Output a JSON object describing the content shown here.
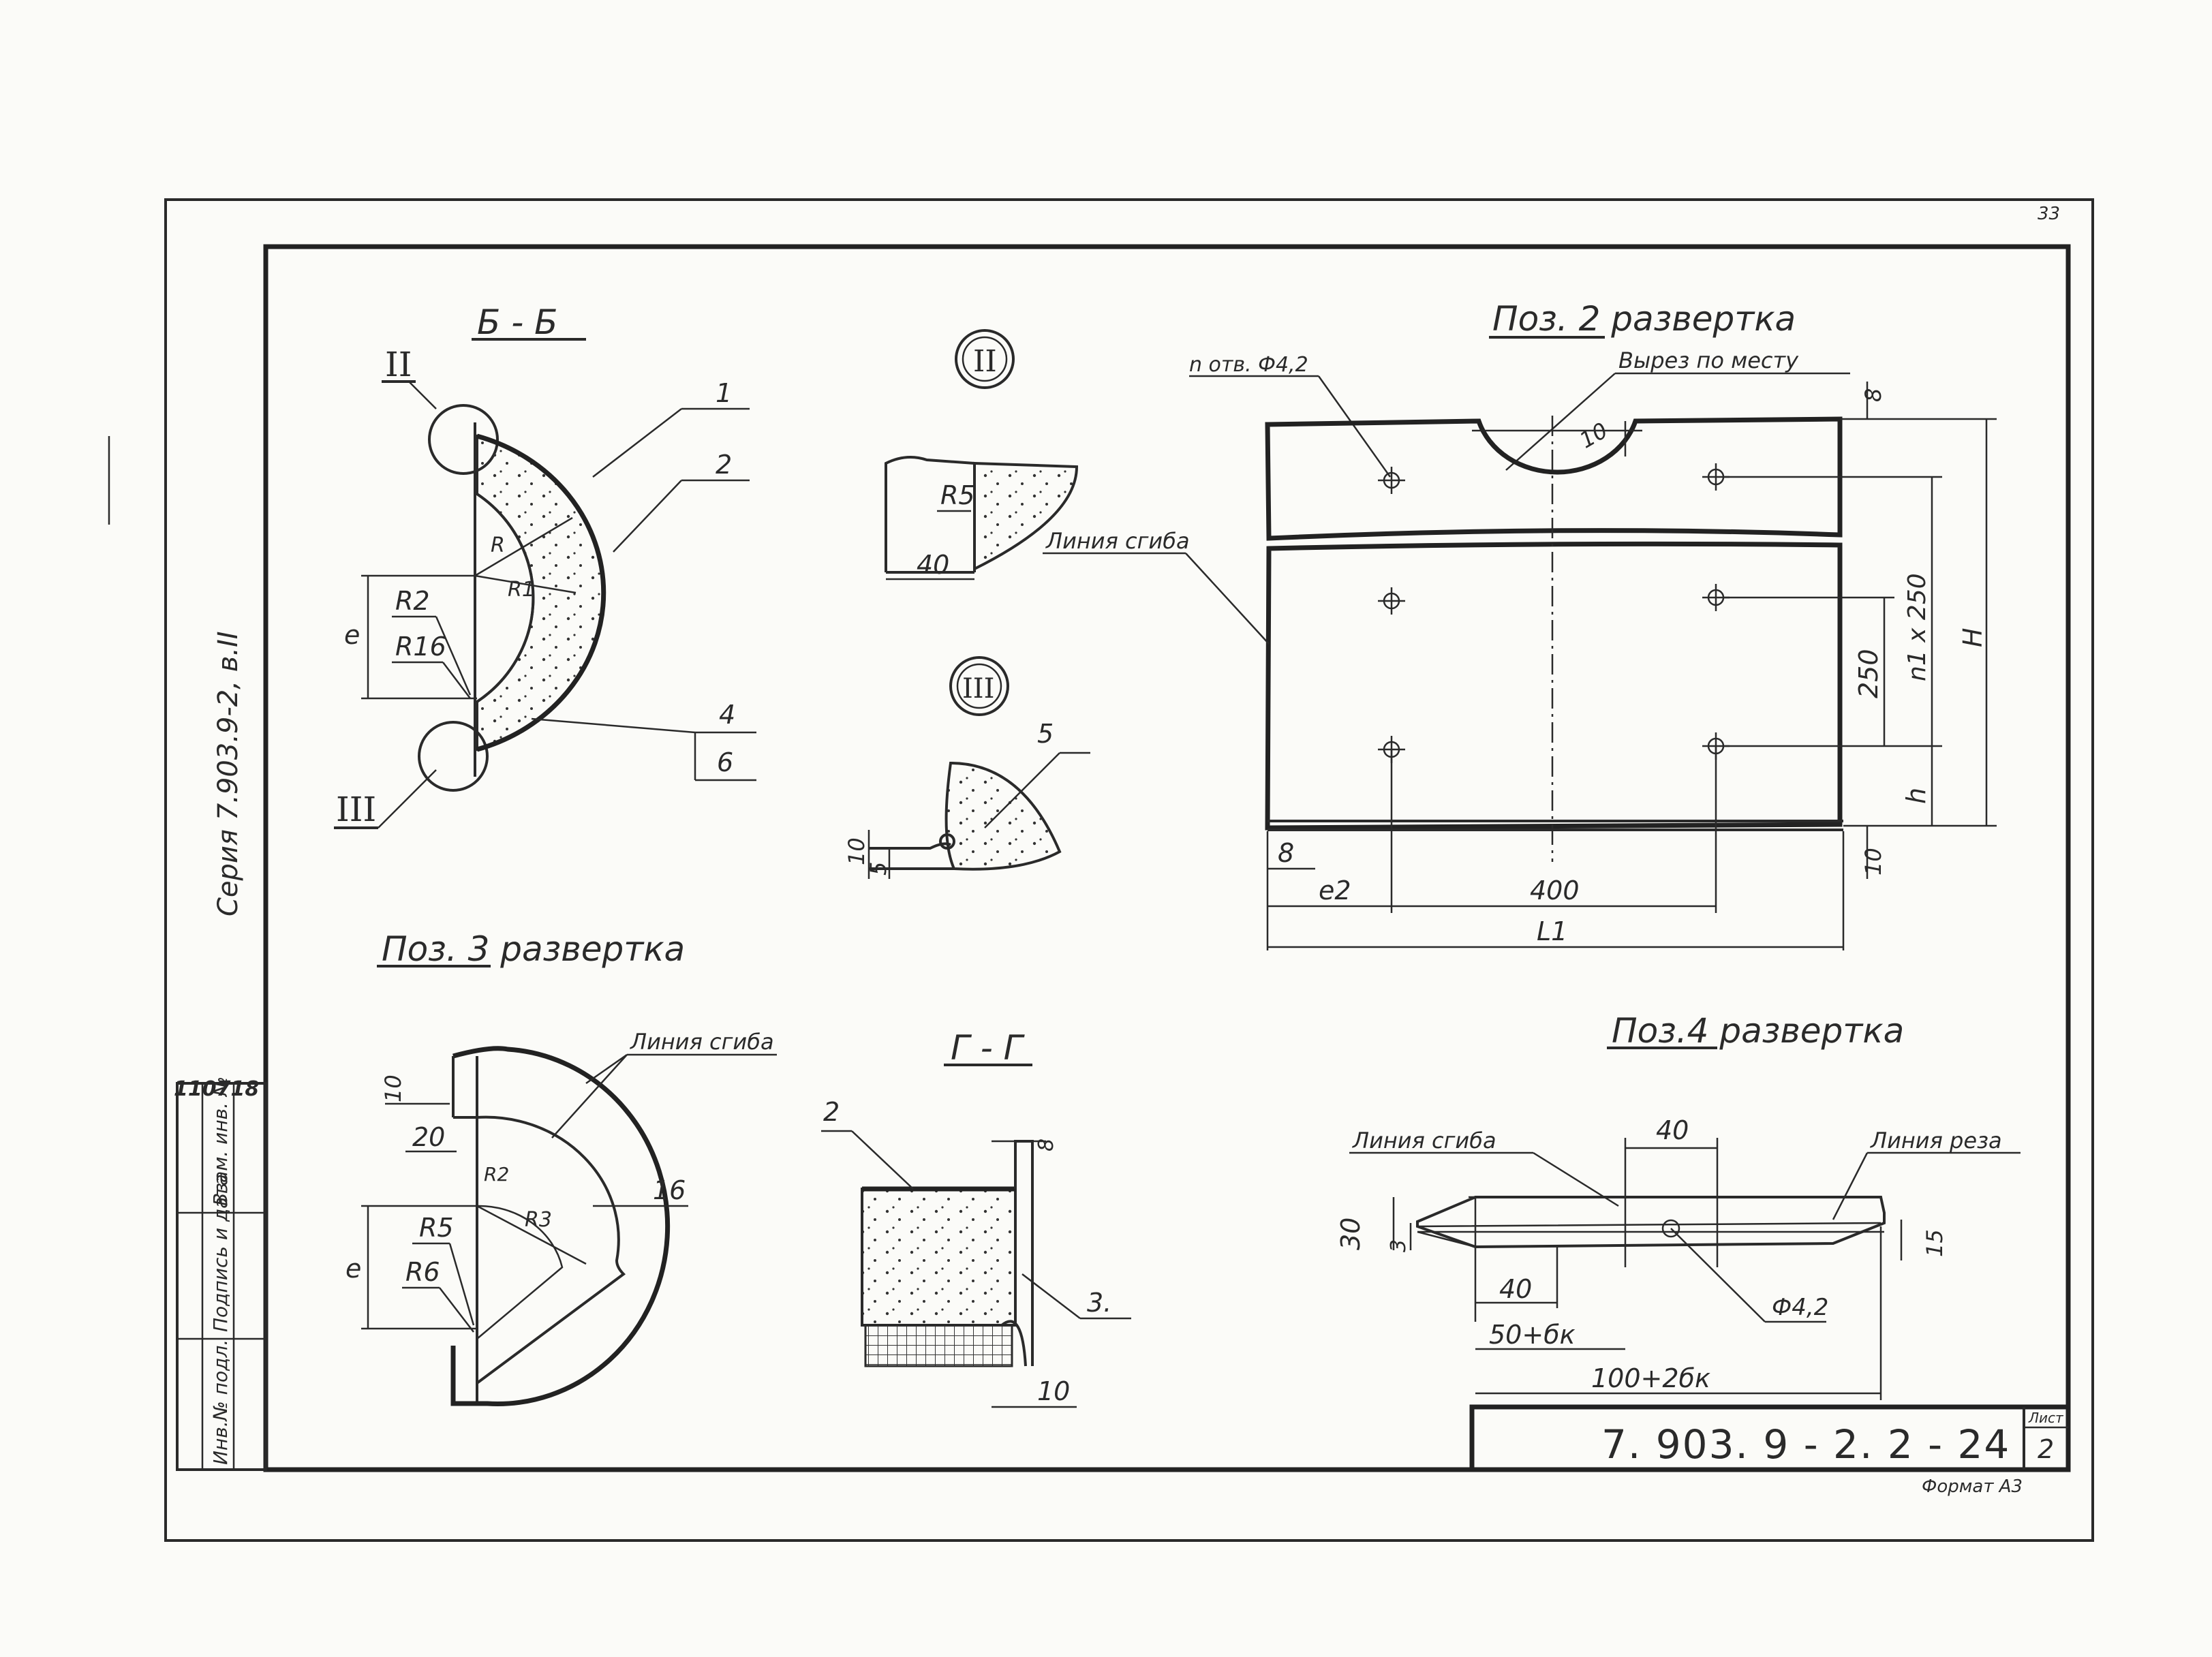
{
  "sections": {
    "section_bb": {
      "title": "Б - Б",
      "callout_ii": "II",
      "callout_iii": "III",
      "leader_1": "1",
      "leader_2": "2",
      "leader_4": "4",
      "leader_6": "6",
      "r": "R",
      "r1": "R1",
      "r2": "R2",
      "r16": "R16",
      "e": "e"
    },
    "detail_ii": {
      "title": "II",
      "r5": "R5",
      "d40": "40"
    },
    "detail_iii": {
      "title": "III",
      "leader_5": "5",
      "d10": "10",
      "d5": "5"
    },
    "section_gg": {
      "title": "Г - Г",
      "leader_2": "2",
      "leader_3": "3.",
      "d8": "8",
      "d10": "10"
    }
  },
  "pos2": {
    "title": "Поз. 2   развертка",
    "holes_note": "n отв. Ф4,2",
    "cutout_note": "Вырез по месту",
    "bend_line": "Линия сгиба",
    "d8_top": "8",
    "d10_cut": "10",
    "d8_left": "8",
    "d10_bottom": "10",
    "e2": "e2",
    "d400": "400",
    "l1": "L1",
    "d250": "250",
    "n250": "n1 x 250",
    "h_cap": "H",
    "h_low": "h"
  },
  "pos3": {
    "title": "Поз. 3  развертка",
    "bend_line": "Линия сгиба",
    "d10": "10",
    "d20": "20",
    "d16": "16",
    "r2": "R2",
    "r3": "R3",
    "r5": "R5",
    "r6": "R6",
    "e": "e"
  },
  "pos4": {
    "title": "Поз.4  развертка",
    "bend_line": "Линия сгиба",
    "cut_line": "Линия реза",
    "d40_top": "40",
    "d30": "30",
    "d3": "3",
    "d15": "15",
    "d40_low": "40",
    "d50": "50+бк",
    "d100": "100+2бк",
    "hole": "Ф4,2"
  },
  "margin": {
    "series": "Серия 7.903.9-2, в.II",
    "inv_no": "Инв.№ подл.",
    "sign_date": "Подпись и дата",
    "replace_inv": "Взам. инв. №",
    "stamp_no": "110718"
  },
  "title_block": {
    "doc_code": "7. 903. 9 - 2. 2 - 24",
    "sheet_label": "Лист",
    "sheet_no": "2",
    "format": "Формат А3",
    "corner_mark": "33"
  }
}
